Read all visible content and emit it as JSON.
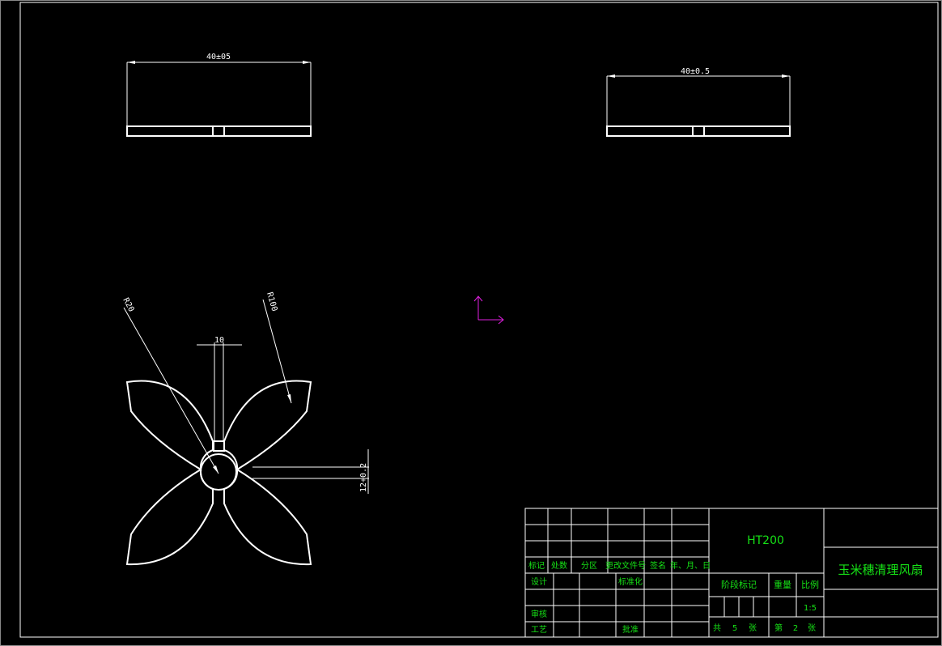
{
  "views": {
    "top_left": {
      "dimension": "40±05"
    },
    "top_right": {
      "dimension": "40±0.5"
    },
    "plan": {
      "radius_small": "R20",
      "radius_large": "R100",
      "key_width": "10",
      "hole_dim": "12+0.2"
    }
  },
  "title_block": {
    "material": "HT200",
    "part_name": "玉米穗清理风扇",
    "labels": {
      "mark": "标记",
      "count": "处数",
      "zone": "分区",
      "change_doc": "更改文件号",
      "signature": "签名",
      "date": "年、月、日",
      "design": "设计",
      "standardize": "标准化",
      "review": "审核",
      "process": "工艺",
      "approve": "批准",
      "stage_mark": "阶段标记",
      "weight": "重量",
      "scale": "比例",
      "total_prefix": "共",
      "sheet_unit": "张",
      "sheet_prefix": "第"
    },
    "scale_value": "1:5",
    "total_sheets": "5",
    "sheet_no": "2"
  },
  "ucs_icon": "ucs-axis-icon",
  "colors": {
    "background": "#000000",
    "lines": "#ffffff",
    "title_text": "#16e016",
    "ucs": "#e020e0"
  }
}
